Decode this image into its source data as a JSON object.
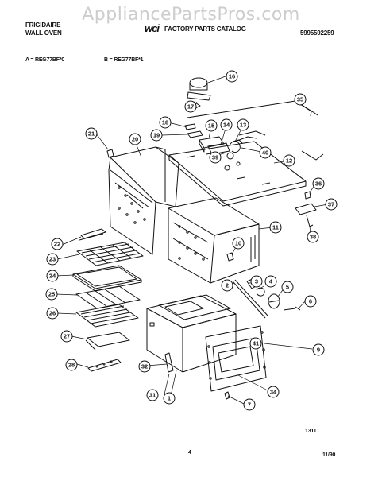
{
  "watermark": "AppliancePartsPros.com",
  "header": {
    "brand_line1": "FRIGIDAIRE",
    "brand_line2": "WALL OVEN",
    "logo_text": "wci",
    "catalog_title": "FACTORY PARTS CATALOG",
    "catalog_number": "5995592259"
  },
  "models": {
    "a": "A = REG77BF*0",
    "b": "B = REG77BF*1"
  },
  "callouts": [
    "1",
    "2",
    "3",
    "4",
    "5",
    "6",
    "7",
    "9",
    "10",
    "11",
    "12",
    "13",
    "14",
    "15",
    "16",
    "17",
    "18",
    "19",
    "20",
    "21",
    "22",
    "23",
    "24",
    "25",
    "26",
    "27",
    "28",
    "31",
    "32",
    "34",
    "35",
    "36",
    "37",
    "38",
    "39",
    "40",
    "41"
  ],
  "footer": {
    "figure_code": "1311",
    "page_number": "4",
    "date": "11/90"
  }
}
